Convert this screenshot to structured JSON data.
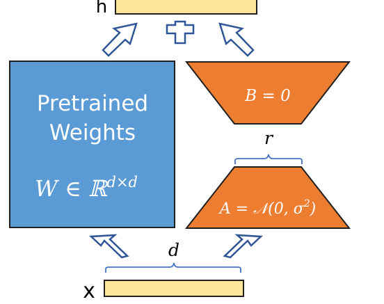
{
  "diagram": {
    "output_label": "h",
    "input_label": "x",
    "plus_symbol": "+",
    "pretrained_title_line1": "Pretrained",
    "pretrained_title_line2": "Weights",
    "pretrained_formula": "W ∈ ℝ",
    "pretrained_formula_sup": "d×d",
    "matrix_b_label": "B = 0",
    "matrix_a_label": "A = 𝒩(0, σ",
    "matrix_a_sup": "2",
    "matrix_a_close": ")",
    "rank_label": "r",
    "dim_label": "d"
  },
  "colors": {
    "pretrained_fill": "#5b9bd5",
    "pretrained_border": "#1f1f1f",
    "lora_fill": "#ed7d31",
    "lora_border": "#1f1f1f",
    "io_bar_fill": "#ffe699",
    "arrow_stroke": "#2f5597",
    "brace_stroke": "#4472c4",
    "text_white": "#ffffff",
    "text_black": "#000000"
  }
}
